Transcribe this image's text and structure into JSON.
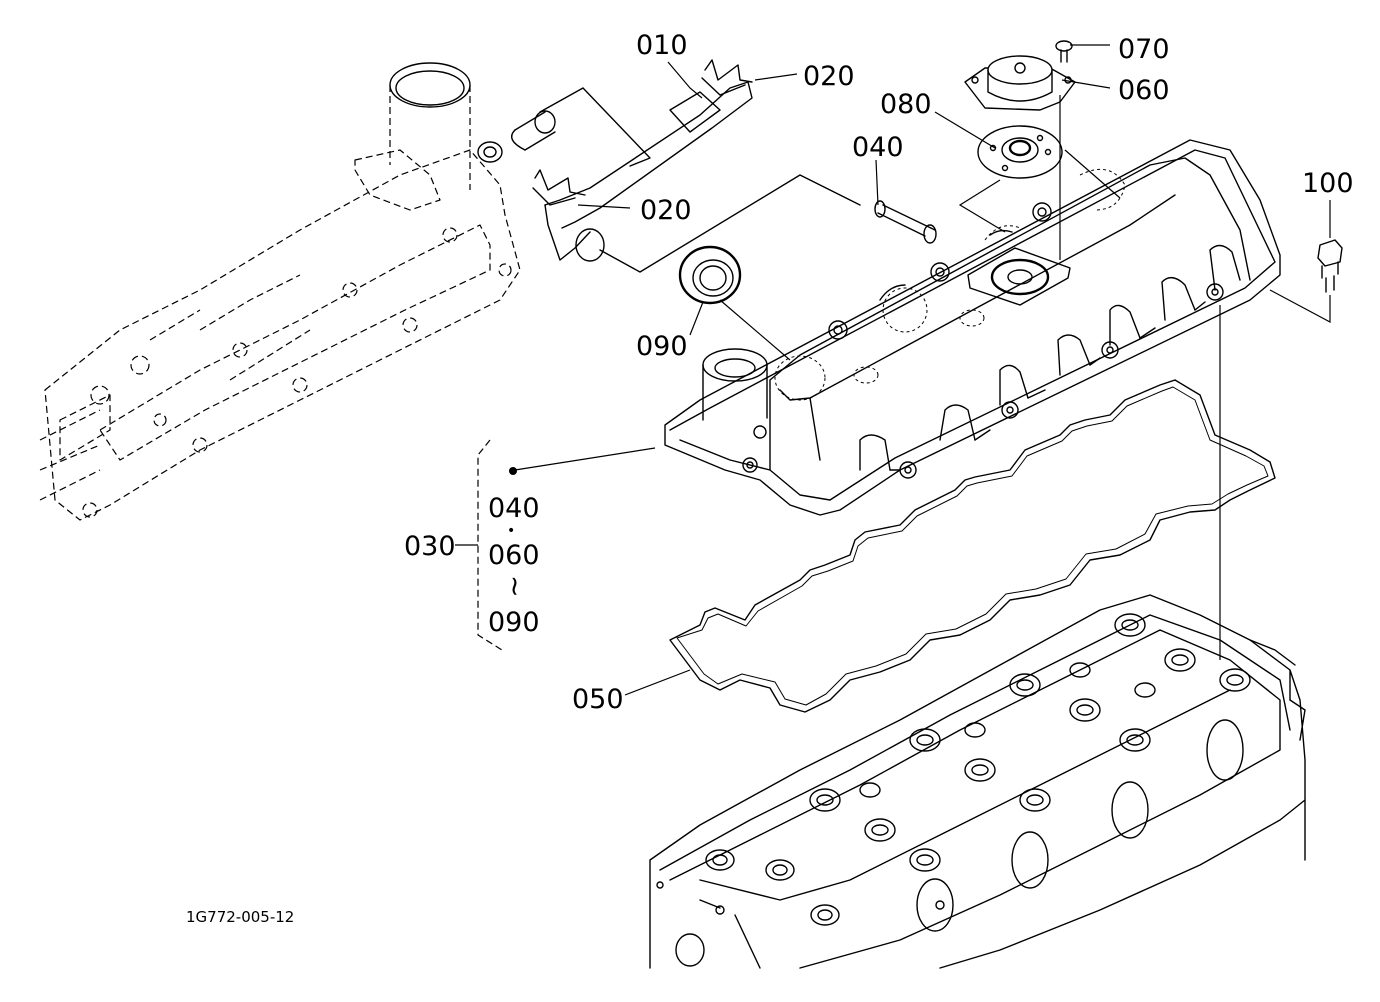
{
  "diagram": {
    "drawing_id": "1G772-005-12",
    "callouts": {
      "p010": "010",
      "p020a": "020",
      "p020b": "020",
      "p030": "030",
      "p040": "040",
      "p050": "050",
      "p060": "060",
      "p070": "070",
      "p080": "080",
      "p090": "090",
      "p100": "100"
    },
    "assembly_030": {
      "line1": "040",
      "line2": "060",
      "line3": "090",
      "separator_dot": "•",
      "range_symbol": "~"
    }
  }
}
